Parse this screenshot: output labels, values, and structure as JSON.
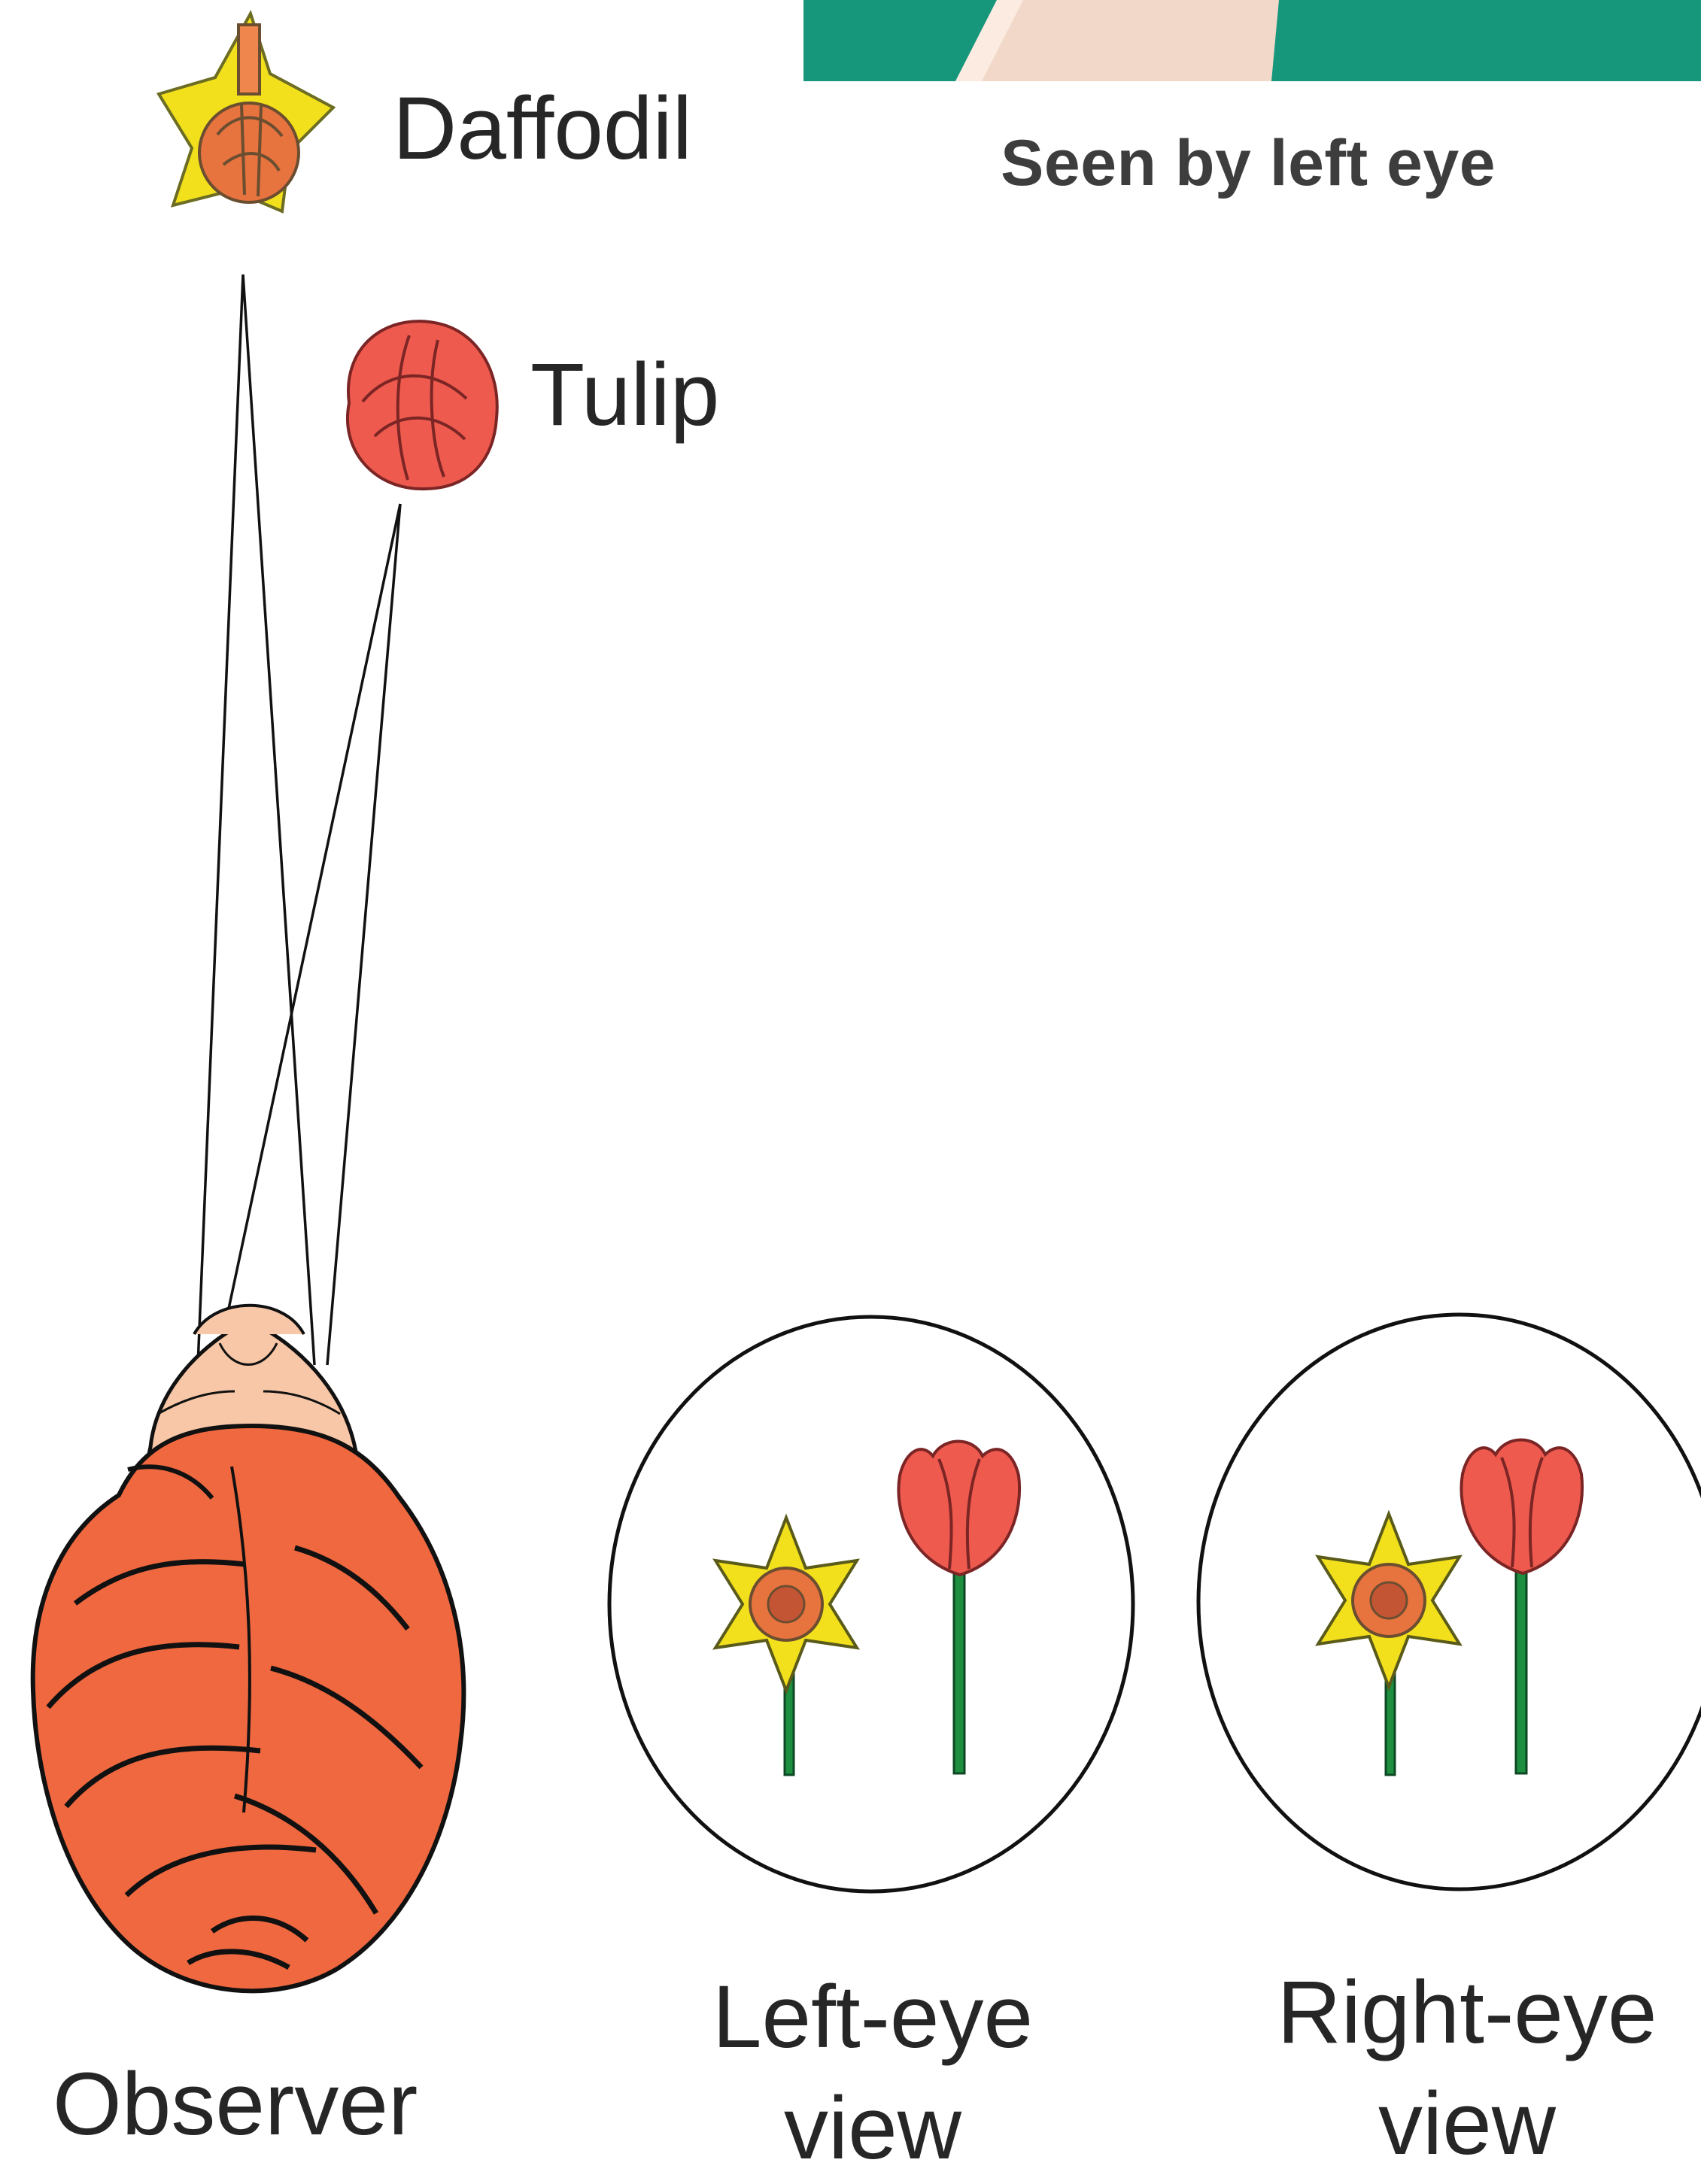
{
  "labels": {
    "daffodil": "Daffodil",
    "tulip": "Tulip",
    "observer": "Observer"
  },
  "photo_caption": "Seen by left eye",
  "left_eye_view": {
    "line1": "Left-eye",
    "line2": "view"
  },
  "right_eye_view": {
    "line1": "Right-eye",
    "line2": "view"
  },
  "colors": {
    "photo_teal": "#16977c",
    "daffodil_yellow": "#f2e01c",
    "daffodil_center": "#e7733f",
    "tulip_red": "#ef5a4f",
    "hair": "#f0683f",
    "skin": "#f7c7a7",
    "stem_green": "#1e8f3f",
    "line": "#111111"
  }
}
